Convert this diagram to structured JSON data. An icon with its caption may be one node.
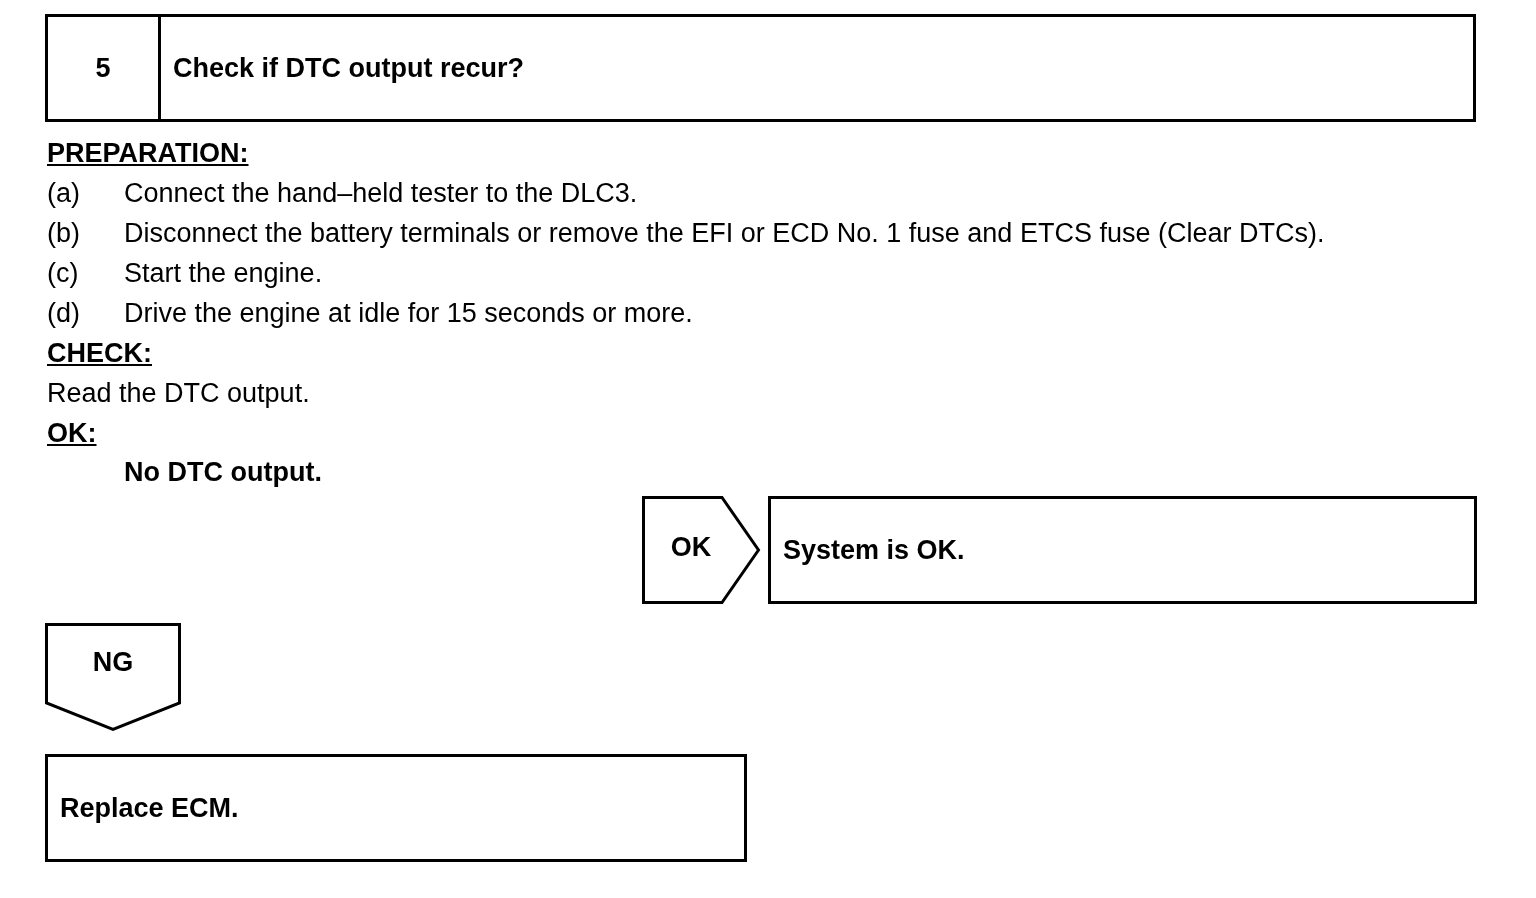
{
  "diagram": {
    "nodes": [
      {
        "text": [
          "5",
          "Check if DTC output recur?"
        ]
      },
      {
        "text": [
          "OK"
        ]
      },
      {
        "text": [
          "System is OK."
        ]
      },
      {
        "text": [
          "NG"
        ]
      },
      {
        "text": [
          "Replace ECM."
        ]
      }
    ],
    "labels": [
      "PREPARATION:",
      "(a)",
      "Connect the hand–held tester to the DLC3.",
      "(b)",
      "Disconnect the battery terminals or remove the EFI or ECD No. 1 fuse and ETCS fuse (Clear DTCs).",
      "(c)",
      "Start the engine.",
      "(d)",
      "Drive the engine at idle for 15 seconds or more.",
      "CHECK:",
      "Read the DTC output.",
      "OK:",
      "No DTC output."
    ]
  }
}
